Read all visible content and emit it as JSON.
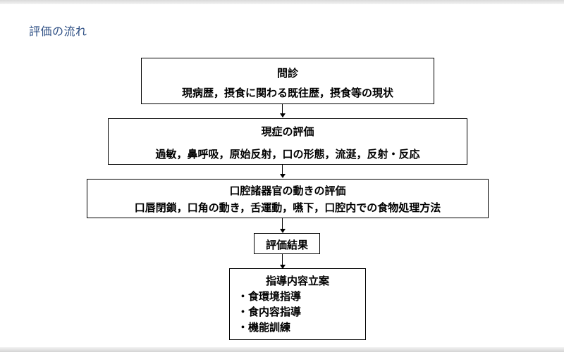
{
  "slide": {
    "title": "評価の流れ"
  },
  "flow": {
    "interview": {
      "heading": "問診",
      "detail": "現病歴，摂食に関わる既往歴，摂食等の現状"
    },
    "current_symptoms": {
      "heading": "現症の評価",
      "detail": "過敏，鼻呼吸，原始反射，口の形態，流涎，反射・反応"
    },
    "oral_function": {
      "heading": "口腔諸器官の動きの評価",
      "detail": "口唇閉鎖，口角の動き，舌運動，嚥下，口腔内での食物処理方法"
    },
    "result": {
      "heading": "評価結果"
    },
    "guidance_plan": {
      "heading": "指導内容立案",
      "items": [
        "・食環境指導",
        "・食内容指導",
        "・機能訓練"
      ]
    }
  },
  "colors": {
    "title": "#2e4f84",
    "border": "#000000",
    "text": "#000000"
  }
}
